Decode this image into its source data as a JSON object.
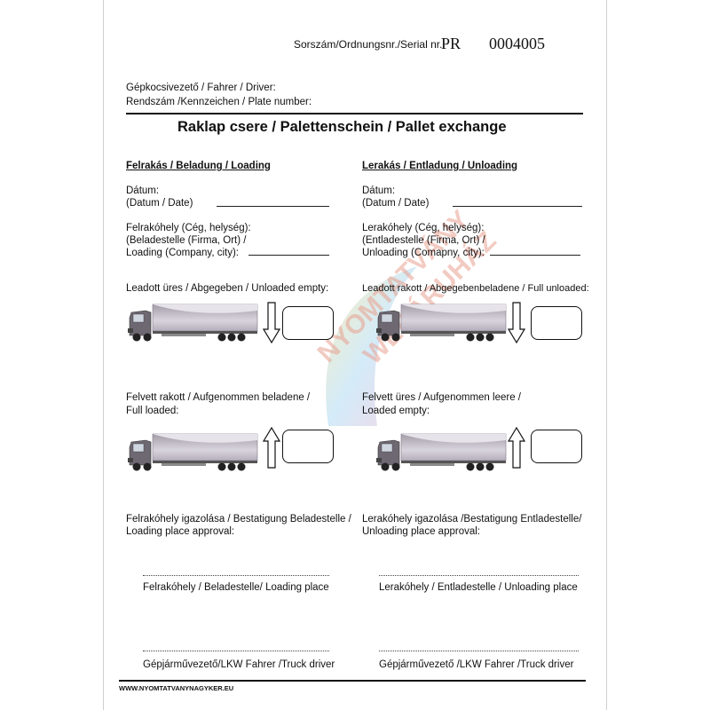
{
  "serial": {
    "label": "Sorszám/Ordnungsnr./Serial nr.",
    "prefix": "PR",
    "number": "0004005"
  },
  "header": {
    "driver": "Gépkocsivezető / Fahrer / Driver:",
    "plate": "Rendszám /Kennzeichen / Plate number:"
  },
  "title": "Raklap csere / Palettenschein / Pallet exchange",
  "loading": {
    "heading": "Felrakás / Beladung / Loading",
    "date_line1": "Dátum:",
    "date_line2": "(Datum / Date)",
    "place_line1": "Felrakóhely (Cég, helység):",
    "place_line2": "(Beladestelle (Firma, Ort) /",
    "place_line3": "Loading (Company, city):",
    "unloaded_empty": "Leadott üres / Abgegeben / Unloaded empty:",
    "full_loaded_1": "Felvett rakott / Aufgenommen beladene /",
    "full_loaded_2": "Full loaded:",
    "approval_1": "Felrakóhely igazolása / Bestatigung Beladestelle /",
    "approval_2": "Loading place approval:",
    "sig_place": "Felrakóhely /  Beladestelle/ Loading place",
    "sig_driver": "Gépjárművezető/LKW Fahrer /Truck driver"
  },
  "unloading": {
    "heading": "Lerakás / Entladung / Unloading",
    "date_line1": "Dátum:",
    "date_line2": "(Datum / Date)",
    "place_line1": "Lerakóhely (Cég, helység):",
    "place_line2": "(Entladestelle (Firma, Ort) /",
    "place_line3": "Unloading (Comapny, city):",
    "full_unloaded": "Leadott rakott / Abgegebenbeladene / Full unloaded:",
    "loaded_empty_1": "Felvett üres / Aufgenommen leere /",
    "loaded_empty_2": "Loaded empty:",
    "approval_1": "Lerakóhely igazolása /Bestatigung Entladestelle/",
    "approval_2": "Unloading place approval:",
    "sig_place": "Lerakóhely / Entladestelle / Unloading place",
    "sig_driver": "Gépjárművezető /LKW Fahrer /Truck driver"
  },
  "footer": {
    "website": "WWW.NYOMTATVANYNAGYKER.EU"
  },
  "watermark": {
    "line1": "NYOMTATVÁNY",
    "line2": "WEBÁRUHÁZ",
    "color": "#e8a090"
  }
}
